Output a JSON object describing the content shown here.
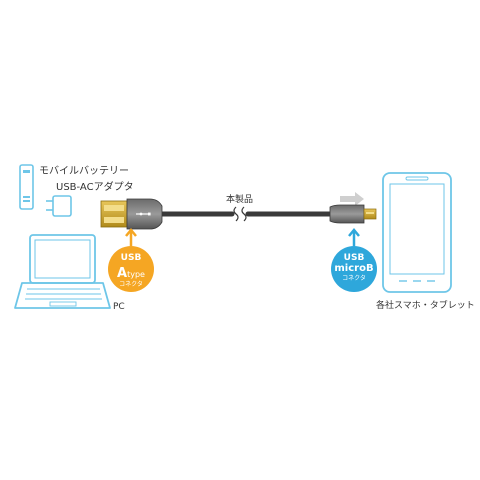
{
  "labels": {
    "mobile_battery": "モバイルバッテリー",
    "usb_ac_adapter": "USB-ACアダプタ",
    "pc": "PC",
    "this_product": "本製品",
    "smartphone_tablet": "各社スマホ・タブレット"
  },
  "badge_a": {
    "line1": "USB",
    "line2_big": "A",
    "line2_small": "type",
    "line3": "コネクタ",
    "color": "#F5A623"
  },
  "badge_b": {
    "line1": "USB",
    "line2": "microB",
    "line3": "コネクタ",
    "color": "#2EA7DB"
  },
  "colors": {
    "device_outline": "#6EC6E8",
    "cable": "#3A3A3A",
    "connector_gold": "#C9A227",
    "arrow_gray": "#CFCFCF"
  }
}
